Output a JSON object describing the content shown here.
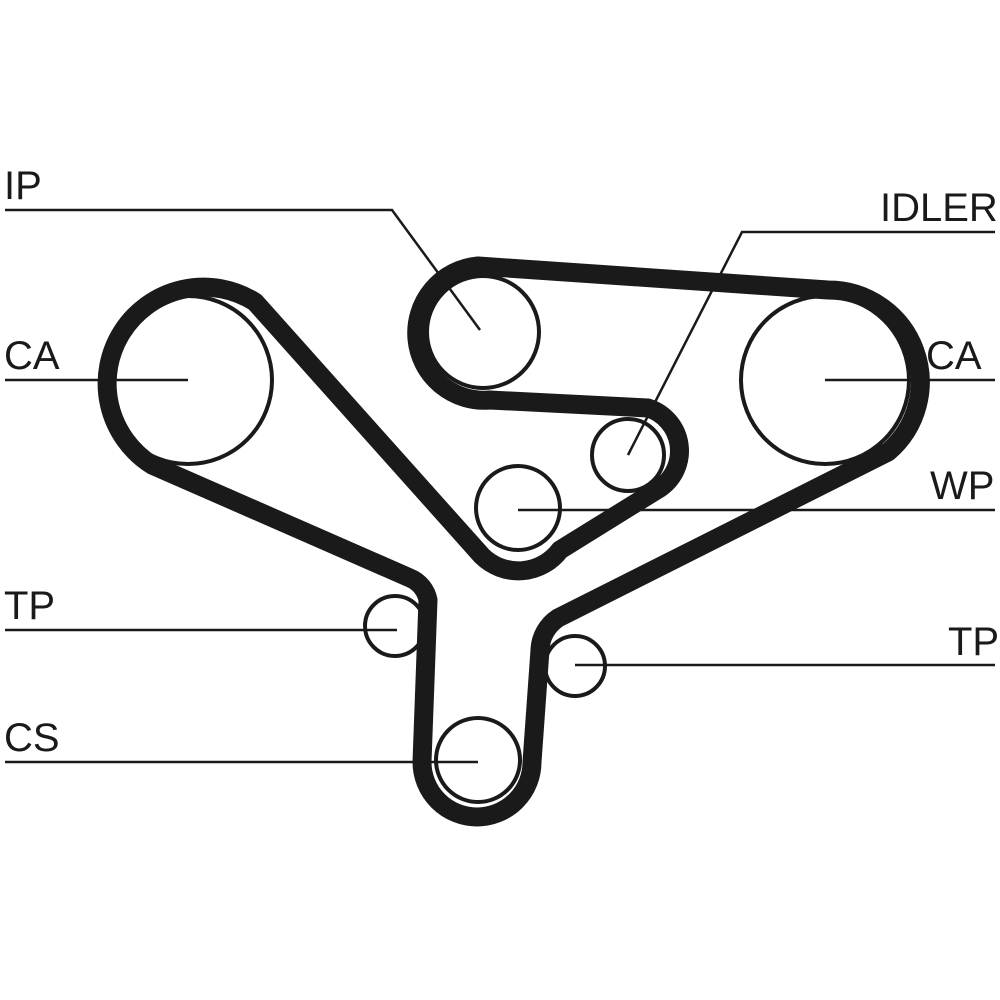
{
  "diagram": {
    "type": "timing-belt-layout",
    "colors": {
      "belt": "#1a1a1a",
      "line": "#1a1a1a",
      "background": "#ffffff"
    },
    "labels": {
      "ip": "IP",
      "idler": "IDLER",
      "ca_left": "CA",
      "ca_right": "CA",
      "wp": "WP",
      "tp_left": "TP",
      "tp_right": "TP",
      "cs": "CS"
    }
  }
}
